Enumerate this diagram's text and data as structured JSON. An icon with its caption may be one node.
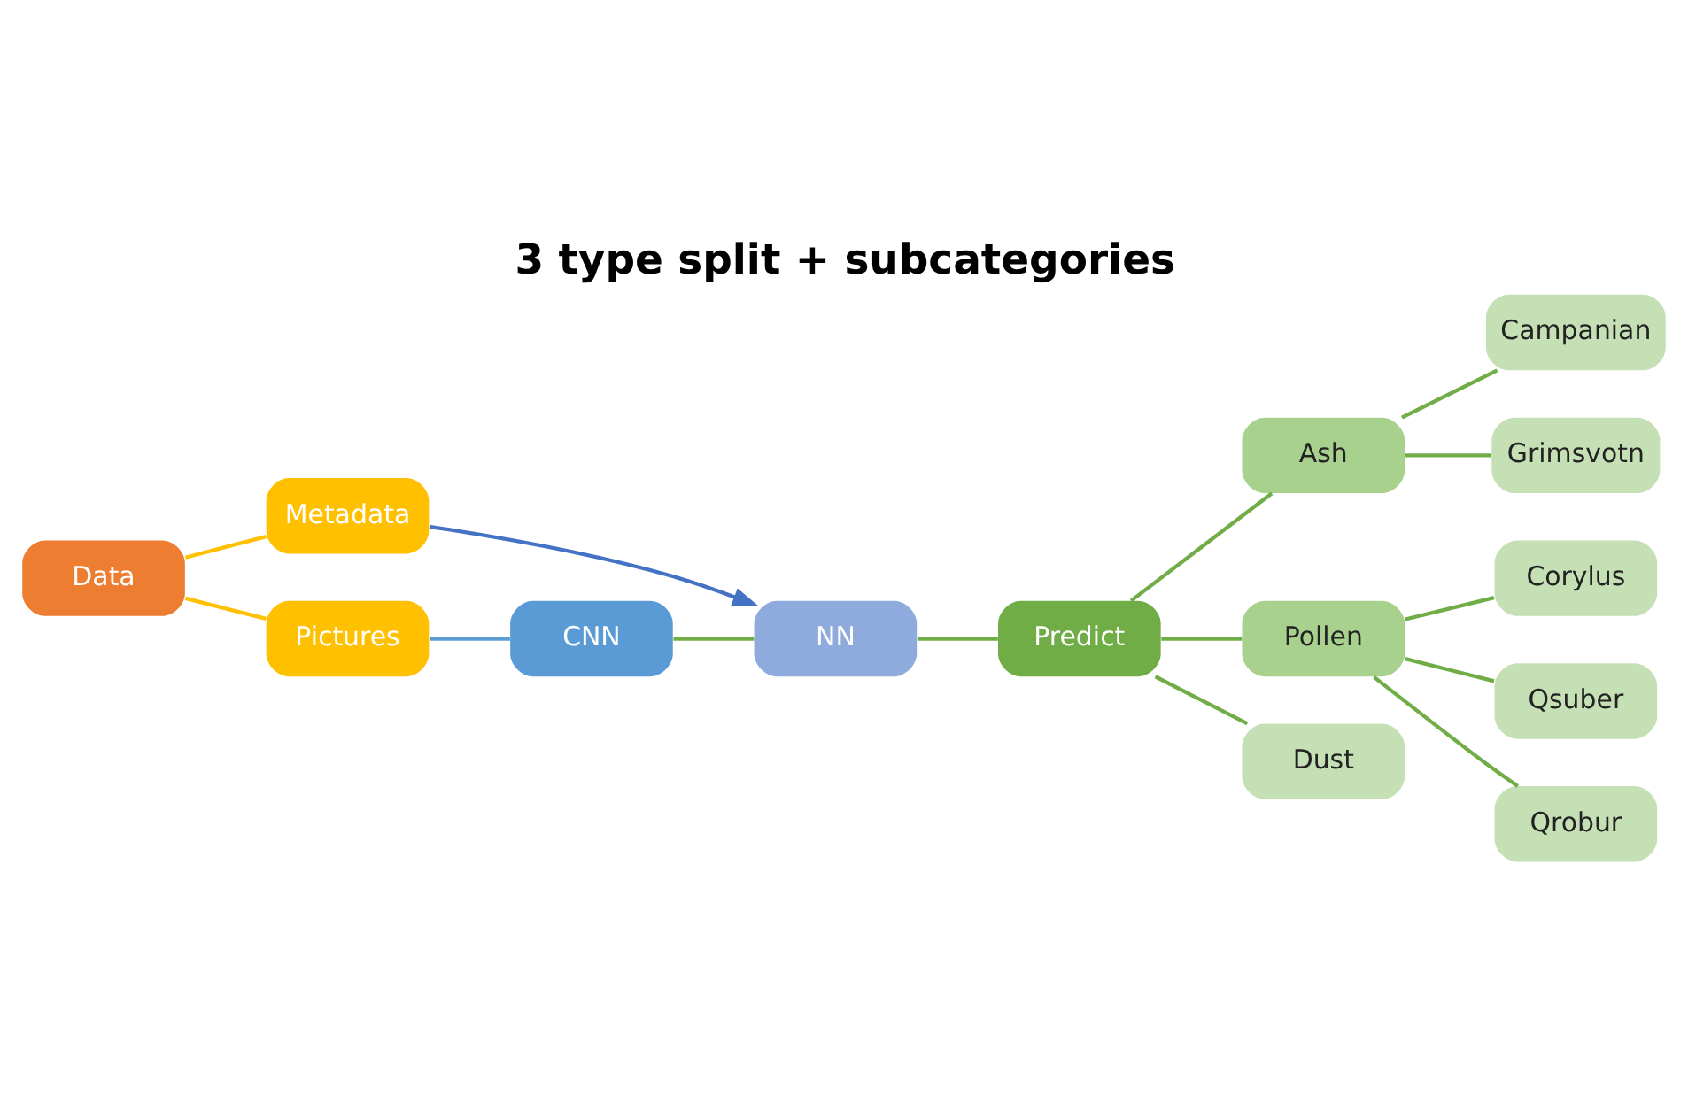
{
  "diagram": {
    "title": "3 type split + subcategories",
    "nodes": [
      {
        "text": [
          "Data"
        ]
      },
      {
        "text": [
          "Metadata"
        ]
      },
      {
        "text": [
          "Pictures"
        ]
      },
      {
        "text": [
          "CNN"
        ]
      },
      {
        "text": [
          "NN"
        ]
      },
      {
        "text": [
          "Predict"
        ]
      },
      {
        "text": [
          "Ash"
        ]
      },
      {
        "text": [
          "Campanian"
        ]
      },
      {
        "text": [
          "Grimsvotn"
        ]
      },
      {
        "text": [
          "Pollen"
        ]
      },
      {
        "text": [
          "Corylus"
        ]
      },
      {
        "text": [
          "Qsuber"
        ]
      },
      {
        "text": [
          "Qrobur"
        ]
      },
      {
        "text": [
          "Dust"
        ]
      }
    ],
    "edges": [
      {
        "from": 0,
        "to": 1,
        "arrow": "none",
        "color": "#ffc000"
      },
      {
        "from": 0,
        "to": 2,
        "arrow": "none",
        "color": "#ffc000"
      },
      {
        "from": 1,
        "to": 4,
        "arrow": "to",
        "color": "#4472c4"
      },
      {
        "from": 2,
        "to": 3,
        "arrow": "none",
        "color": "#5b9bd5"
      },
      {
        "from": 3,
        "to": 4,
        "arrow": "none"
      },
      {
        "from": 4,
        "to": 5,
        "arrow": "none"
      },
      {
        "from": 5,
        "to": 6,
        "arrow": "none"
      },
      {
        "from": 5,
        "to": 9,
        "arrow": "none"
      },
      {
        "from": 5,
        "to": 13,
        "arrow": "none"
      },
      {
        "from": 6,
        "to": 7,
        "arrow": "none"
      },
      {
        "from": 6,
        "to": 8,
        "arrow": "none"
      },
      {
        "from": 9,
        "to": 10,
        "arrow": "none"
      },
      {
        "from": 9,
        "to": 11,
        "arrow": "none"
      },
      {
        "from": 9,
        "to": 12,
        "arrow": "none"
      }
    ]
  }
}
